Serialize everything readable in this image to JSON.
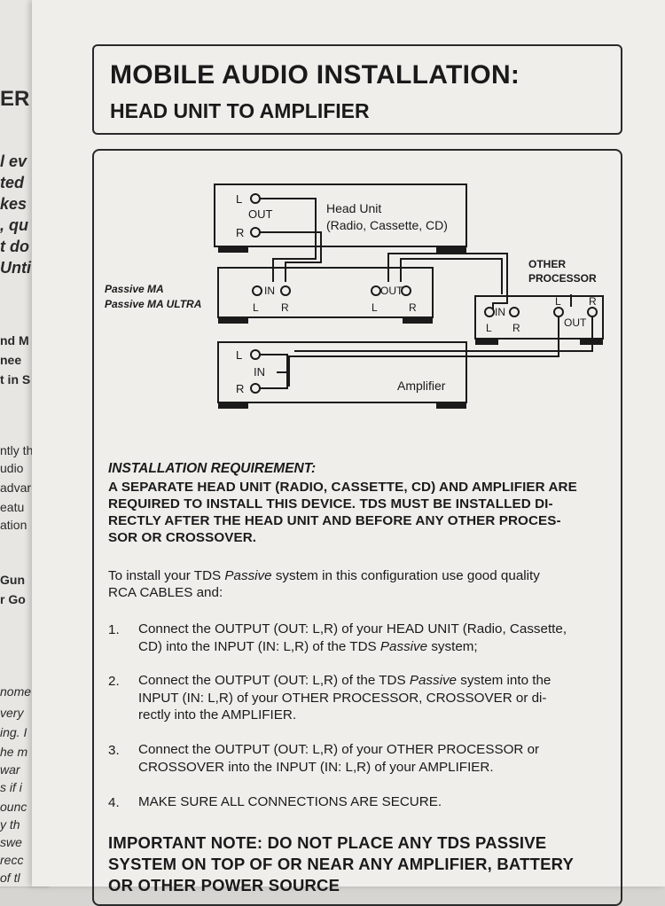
{
  "left_page_fragments": [
    {
      "text": "ER",
      "style": "bi"
    },
    {
      "text": "l ev",
      "style": "b"
    },
    {
      "text": "ted",
      "style": "b"
    },
    {
      "text": "kes",
      "style": "b"
    },
    {
      "text": ", qu",
      "style": "b"
    },
    {
      "text": "t do",
      "style": "b"
    },
    {
      "text": "Unti",
      "style": "b"
    },
    {
      "text": "nd M",
      "style": "bi"
    },
    {
      "text": "nee",
      "style": "bi"
    },
    {
      "text": "t in S",
      "style": "bi"
    },
    {
      "text": "ntly th",
      "style": "s"
    },
    {
      "text": "udio",
      "style": "s"
    },
    {
      "text": "advar",
      "style": "s"
    },
    {
      "text": "eatu",
      "style": "s"
    },
    {
      "text": "ation",
      "style": "s"
    },
    {
      "text": "Gun",
      "style": "bi"
    },
    {
      "text": "r Go",
      "style": "bi"
    },
    {
      "text": "nome",
      "style": "si"
    },
    {
      "text": "very",
      "style": "si"
    },
    {
      "text": "ing. I",
      "style": "si"
    },
    {
      "text": "he m",
      "style": "si"
    },
    {
      "text": "war",
      "style": "si"
    },
    {
      "text": "s if i",
      "style": "si"
    },
    {
      "text": "ounc",
      "style": "si"
    },
    {
      "text": "y th",
      "style": "si"
    },
    {
      "text": "swe",
      "style": "si"
    },
    {
      "text": "recc",
      "style": "si"
    },
    {
      "text": "of tl",
      "style": "si"
    }
  ],
  "header": {
    "title": "MOBILE AUDIO INSTALLATION:",
    "subtitle": "HEAD UNIT TO AMPLIFIER"
  },
  "diagram": {
    "head_unit": {
      "name": "Head Unit",
      "desc": "(Radio, Cassette, CD)",
      "out_label": "OUT",
      "l": "L",
      "r": "R"
    },
    "tds": {
      "label1": "Passive MA",
      "label2": "Passive MA ULTRA",
      "in_label": "IN",
      "out_label": "OUT",
      "l": "L",
      "r": "R"
    },
    "other": {
      "label1": "OTHER",
      "label2": "PROCESSOR",
      "in_label": "IN",
      "out_label": "OUT",
      "l": "L",
      "r": "R"
    },
    "amplifier": {
      "name": "Amplifier",
      "in_label": "IN",
      "l": "L",
      "r": "R"
    }
  },
  "requirement": {
    "heading": "INSTALLATION REQUIREMENT:",
    "lines": [
      "A SEPARATE HEAD UNIT (RADIO, CASSETTE, CD) AND AMPLIFIER ARE",
      "REQUIRED TO INSTALL THIS DEVICE.  TDS MUST BE INSTALLED DI-",
      "RECTLY AFTER THE HEAD UNIT AND BEFORE ANY OTHER PROCES-",
      "SOR OR CROSSOVER."
    ]
  },
  "intro": {
    "line1_pre": "To install your TDS ",
    "line1_em": "Passive",
    "line1_post": "  system in this configuration use good quality",
    "line2": "RCA CABLES and:"
  },
  "steps": [
    {
      "num": "1.",
      "l1": "Connect the OUTPUT (OUT: L,R) of  your HEAD UNIT (Radio, Cassette,",
      "l2_pre": "CD)  into the INPUT (IN: L,R) of  the TDS ",
      "l2_em": "Passive",
      "l2_post": " system;"
    },
    {
      "num": "2.",
      "l1_pre": "Connect the OUTPUT (OUT: L,R) of the TDS ",
      "l1_em": "Passive",
      "l1_post": " system into the",
      "l2": "INPUT (IN: L,R) of your OTHER PROCESSOR, CROSSOVER or di-",
      "l3": "rectly into the AMPLIFIER."
    },
    {
      "num": "3.",
      "l1": "Connect the OUTPUT (OUT: L,R) of your OTHER PROCESSOR or",
      "l2": "CROSSOVER into the INPUT (IN: L,R) of your AMPLIFIER."
    },
    {
      "num": "4.",
      "l1": "MAKE SURE ALL CONNECTIONS ARE SECURE."
    }
  ],
  "note": {
    "line1": "IMPORTANT NOTE:  DO NOT PLACE ANY TDS PASSIVE",
    "line2": "SYSTEM ON TOP OF OR NEAR  ANY AMPLIFIER, BATTERY",
    "line3": "OR OTHER POWER SOURCE"
  }
}
